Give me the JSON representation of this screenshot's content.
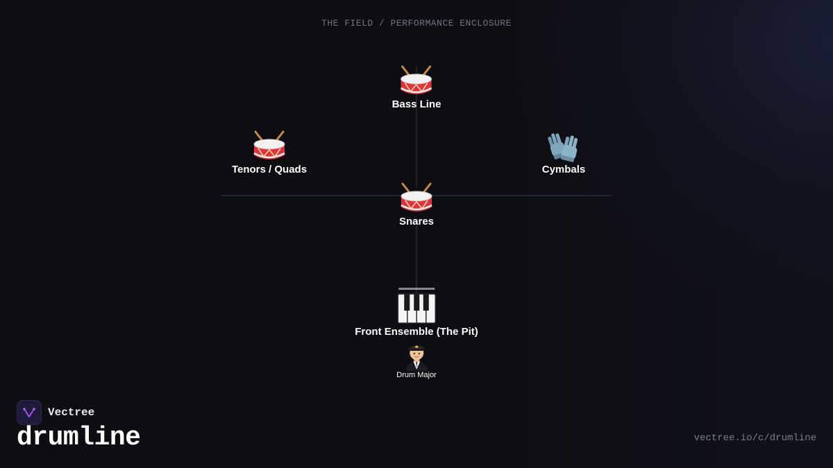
{
  "field": {
    "title": "THE FIELD / PERFORMANCE ENCLOSURE"
  },
  "sections": {
    "bass_line": {
      "label": "Bass Line",
      "icon": "drum-icon"
    },
    "tenors": {
      "label": "Tenors / Quads",
      "icon": "drum-icon"
    },
    "cymbals": {
      "label": "Cymbals",
      "icon": "gloves-icon"
    },
    "snares": {
      "label": "Snares",
      "icon": "drum-icon"
    },
    "front_ensemble": {
      "label": "Front Ensemble (The Pit)",
      "icon": "piano-keys-icon"
    },
    "drum_major": {
      "label": "Drum Major",
      "icon": "drum-major-icon"
    }
  },
  "brand": {
    "name": "Vectree",
    "icon": "vectree-logo-icon"
  },
  "project": {
    "name": "drumline",
    "url": "vectree.io/c/drumline"
  },
  "colors": {
    "background": "#0e0e12",
    "axis": "#1f2533",
    "drum_body": "#e0323c",
    "drum_head": "#f2f2f2",
    "drum_stick": "#c98a4b",
    "glove": "#7fa6bd",
    "logo_accent": "#b34dff"
  }
}
